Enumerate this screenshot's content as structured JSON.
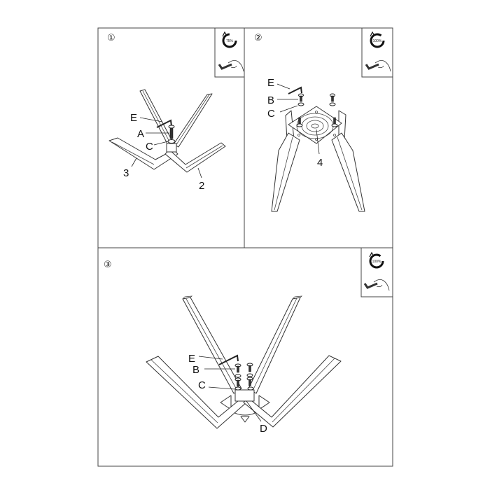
{
  "steps": [
    {
      "number": "①",
      "torque": "75%",
      "tool": "hex-key",
      "labels": {
        "E": "E",
        "A": "A",
        "C": "C",
        "part_left": "3",
        "part_right": "2"
      }
    },
    {
      "number": "②",
      "torque": "100%",
      "tool": "hex-key",
      "labels": {
        "E": "E",
        "B": "B",
        "C": "C",
        "part": "4"
      }
    },
    {
      "number": "③",
      "torque": "100%",
      "tool": "hex-key",
      "labels": {
        "E": "E",
        "B": "B",
        "C": "C",
        "D": "D"
      }
    }
  ]
}
